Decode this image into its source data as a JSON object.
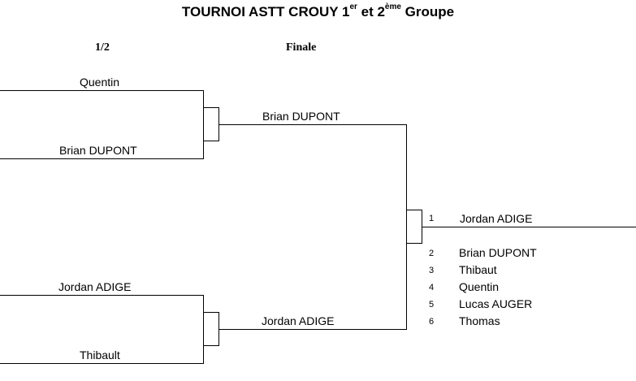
{
  "title": {
    "main": "TOURNOI ASTT CROUY 1",
    "sup1": "er",
    "middle": " et 2",
    "sup2": "ème",
    "end": " Groupe"
  },
  "rounds": {
    "semi_label": "1/2",
    "final_label": "Finale"
  },
  "semifinal_1": {
    "player_top": "Quentin",
    "player_bottom": "Brian DUPONT",
    "winner": "Brian DUPONT"
  },
  "semifinal_2": {
    "player_top": "Jordan ADIGE",
    "player_bottom": "Thibault",
    "winner": "Jordan ADIGE"
  },
  "final": {
    "champion_rank": "1",
    "champion": "Jordan ADIGE"
  },
  "ranking": [
    {
      "rank": "2",
      "name": "Brian DUPONT"
    },
    {
      "rank": "3",
      "name": "Thibaut"
    },
    {
      "rank": "4",
      "name": "Quentin"
    },
    {
      "rank": "5",
      "name": "Lucas AUGER"
    },
    {
      "rank": "6",
      "name": "Thomas"
    }
  ]
}
